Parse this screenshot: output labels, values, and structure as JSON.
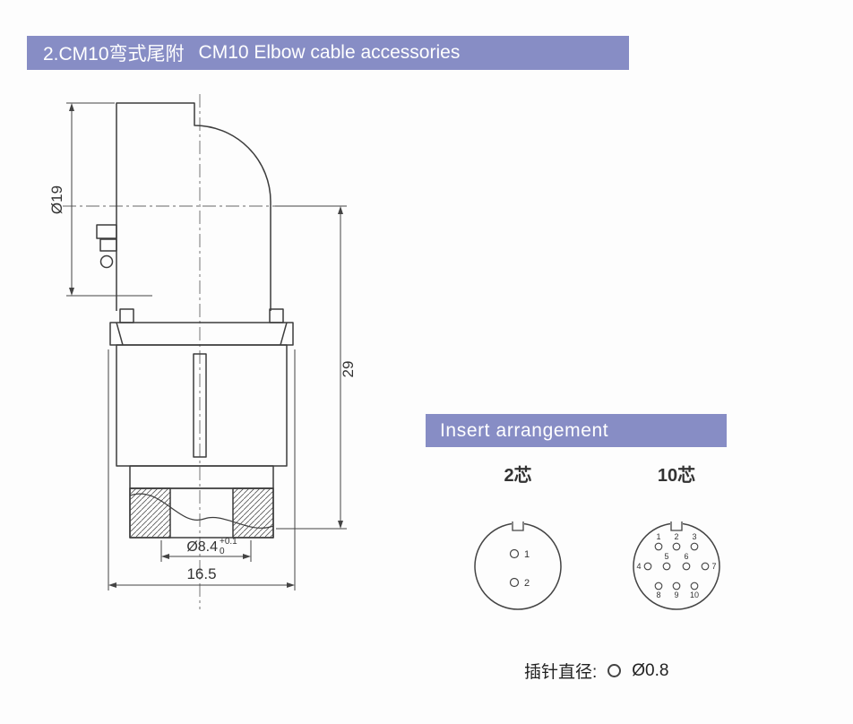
{
  "header": {
    "title_zh": "2.CM10弯式尾附",
    "title_en": "CM10 Elbow cable accessories"
  },
  "drawing": {
    "dims": {
      "left_diameter": "Ø19",
      "right_height": "29",
      "thread": "Ø8.4",
      "thread_tol_upper": "+0.1",
      "thread_tol_lower": "0",
      "overall_width": "16.5"
    }
  },
  "insert_arrangement": {
    "header": "Insert arrangement",
    "arrangements": [
      {
        "label": "2芯",
        "pins": [
          "1",
          "2"
        ]
      },
      {
        "label": "10芯",
        "pins": [
          "1",
          "2",
          "3",
          "4",
          "5",
          "6",
          "7",
          "8",
          "9",
          "10"
        ]
      }
    ],
    "note": {
      "label": "插针直径:",
      "value": "Ø0.8"
    }
  }
}
